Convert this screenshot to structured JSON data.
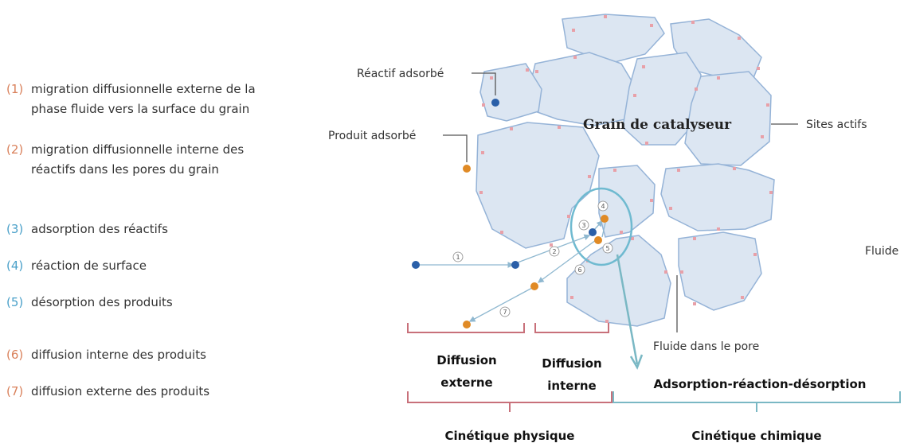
{
  "steps": [
    {
      "num": "(1)",
      "line1": "migration diffusionnelle externe de la",
      "line2": "phase fluide vers la surface du grain",
      "color": "#d9805a"
    },
    {
      "num": "(2)",
      "line1": "migration diffusionnelle interne des",
      "line2": "réactifs dans les pores du grain",
      "color": "#d9805a"
    },
    {
      "num": "(3)",
      "line1": "adsorption des réactifs",
      "line2": "",
      "color": "#4aa0c9"
    },
    {
      "num": "(4)",
      "line1": "réaction de surface",
      "line2": "",
      "color": "#4aa0c9"
    },
    {
      "num": "(5)",
      "line1": "désorption des produits",
      "line2": "",
      "color": "#4aa0c9"
    },
    {
      "num": "(6)",
      "line1": "diffusion interne des produits",
      "line2": "",
      "color": "#d9805a"
    },
    {
      "num": "(7)",
      "line1": "diffusion externe des produits",
      "line2": "",
      "color": "#d9805a"
    }
  ],
  "labels": {
    "reactif_adsorbe": "Réactif adsorbé",
    "produit_adsorbe": "Produit adsorbé",
    "grain": "Grain de catalyseur",
    "sites_actifs": "Sites actifs",
    "fluide": "Fluide",
    "fluide_pore": "Fluide dans le pore",
    "diff_ext_1": "Diffusion",
    "diff_ext_2": "externe",
    "diff_int_1": "Diffusion",
    "diff_int_2": "interne",
    "ads_reac_des": "Adsorption-réaction-désorption",
    "cin_phys": "Cinétique physique",
    "cin_chim": "Cinétique chimique"
  },
  "path_numbers": [
    "1",
    "2",
    "3",
    "4",
    "5",
    "6",
    "7"
  ],
  "colors": {
    "particle_fill": "#dce6f2",
    "particle_stroke": "#95b3d7",
    "site": "#e8a0a8",
    "reactant": "#2a5fa8",
    "product": "#e08a25",
    "brace_physical": "#c8707a",
    "brace_chemical": "#7ab8c4",
    "arrow": "#8fb8d0"
  }
}
